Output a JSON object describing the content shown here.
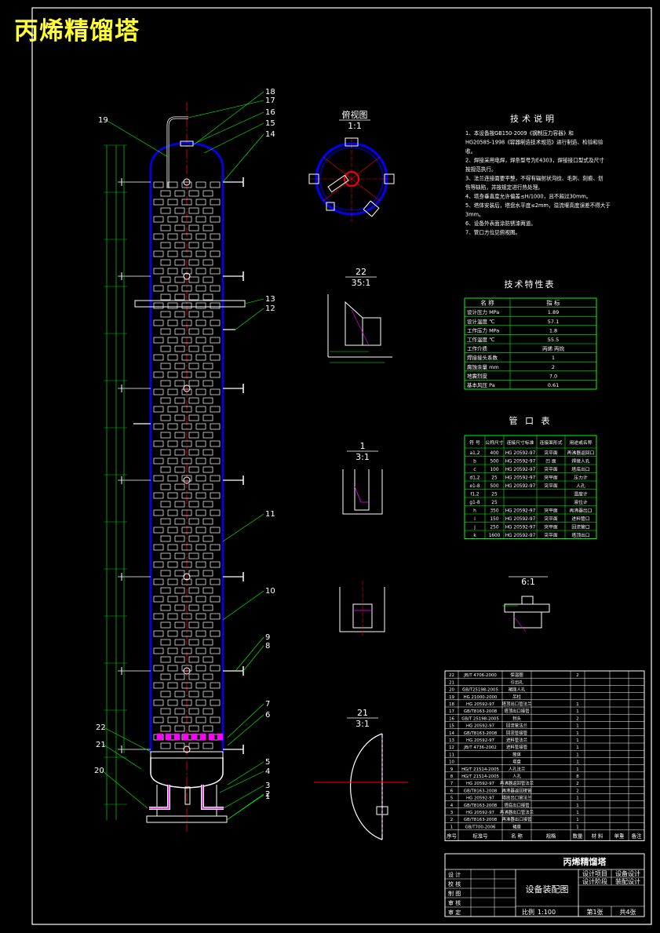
{
  "header": {
    "title": "丙烯精馏塔"
  },
  "colors": {
    "background": "#000000",
    "frame": "#ffffff",
    "tower": "#0000ff",
    "leader": "#00ff00",
    "centerline": "#ff0000",
    "nozzle": "#ff00ff",
    "title": "#ffff33"
  },
  "callouts": [
    "19",
    "18",
    "17",
    "16",
    "15",
    "14",
    "13",
    "12",
    "11",
    "10",
    "9",
    "8",
    "7",
    "6",
    "5",
    "4",
    "3",
    "2",
    "1",
    "22",
    "21",
    "20"
  ],
  "section_views": {
    "top_view": {
      "title": "俯视图",
      "scale": "1:1"
    },
    "detail_22": {
      "title": "22",
      "scale": "35:1"
    },
    "detail_1": {
      "title": "1",
      "scale": "3:1"
    },
    "detail_6": {
      "title": "6:1"
    },
    "detail_21": {
      "title": "21",
      "scale": "3:1"
    }
  },
  "tech_notes": {
    "title": "技术说明",
    "lines": [
      "1、本设备按GB150-2009《钢制压力容器》和",
      "HG20585-1998《容器制造技术规范》进行制造、检验和验",
      "收。",
      "2、焊接采用电焊，焊条型号为E4303，焊接接口型式及尺寸",
      "按规范执行。",
      "3、法兰连接面要平整，不得有辐射状沟纹、毛刺、刻痕、划",
      "伤等缺陷，并按规定进行热处理。",
      "4、塔身垂直度允许偏差≤H/1000，且不超过30mm。",
      "5、塔体安装后，塔盘水平度≤2mm，溢流堰高度误差不得大于",
      "3mm。",
      "6、设备外表面涂防锈漆两道。",
      "7、管口方位见俯视图。"
    ]
  },
  "spec_table": {
    "title": "技术特性表",
    "headers": [
      "名 称",
      "指 标"
    ],
    "rows": [
      [
        "设计压力 MPa",
        "1.89"
      ],
      [
        "设计温度 ℃",
        "57.1"
      ],
      [
        "工作压力 MPa",
        "1.8"
      ],
      [
        "工作温度 ℃",
        "55.5"
      ],
      [
        "工作介质",
        "丙烯 丙烷"
      ],
      [
        "焊接接头系数",
        "1"
      ],
      [
        "腐蚀余量 mm",
        "2"
      ],
      [
        "地震烈度",
        "7.0"
      ],
      [
        "基本风压 Pa",
        "0.61"
      ]
    ]
  },
  "nozzle_table": {
    "title": "管 口 表",
    "headers": [
      "符 号",
      "公称尺寸",
      "连接尺寸标准",
      "连接面形式",
      "用途或名称"
    ],
    "rows": [
      [
        "a1,2",
        "400",
        "HG 20592-97",
        "突平面",
        "再沸器返回口"
      ],
      [
        "b",
        "500",
        "HG 20592-97",
        "凹 面",
        "焊接人孔"
      ],
      [
        "c",
        "100",
        "HG 20592-97",
        "突平面",
        "塔底出口"
      ],
      [
        "d1,2",
        "25",
        "HG 20592-97",
        "突平面",
        "压力计"
      ],
      [
        "e1-8",
        "500",
        "HG 20592-97",
        "突平面",
        "人孔"
      ],
      [
        "f1,2",
        "25",
        "",
        "",
        "温度计"
      ],
      [
        "g1-8",
        "25",
        "",
        "",
        "液位计"
      ],
      [
        "h",
        "350",
        "HG 20592-97",
        "突平面",
        "再沸器出口"
      ],
      [
        "i",
        "150",
        "HG 20592-97",
        "突平面",
        "进料管口"
      ],
      [
        "j",
        "250",
        "HG 20592-97",
        "突平面",
        "回流管口"
      ],
      [
        "k",
        "1600",
        "HG 20592-97",
        "突平面",
        "塔顶出口"
      ]
    ]
  },
  "parts_list": {
    "rows": [
      [
        "22",
        "JB/T 4706-2000",
        "保温圈",
        "",
        "2",
        "",
        "",
        ""
      ],
      [
        "21",
        "",
        "引出孔",
        "",
        "",
        "",
        "",
        ""
      ],
      [
        "20",
        "GB/T25198-2005",
        "裙座人孔",
        "",
        "",
        "",
        "",
        ""
      ],
      [
        "19",
        "HG 21000-2000",
        "吊柱",
        "",
        "",
        "",
        "",
        ""
      ],
      [
        "18",
        "HG 20592-97",
        "塔顶出口管法兰",
        "",
        "1",
        "",
        "",
        ""
      ],
      [
        "17",
        "GB/T8163-2008",
        "塔顶出口接管",
        "",
        "1",
        "",
        "",
        ""
      ],
      [
        "16",
        "GB/T 25198-2005",
        "封头",
        "",
        "2",
        "",
        "",
        ""
      ],
      [
        "15",
        "HG 20592-97",
        "回流管法兰",
        "",
        "1",
        "",
        "",
        ""
      ],
      [
        "14",
        "GB/T8163-2008",
        "回流管接管",
        "",
        "1",
        "",
        "",
        ""
      ],
      [
        "13",
        "HG 20592-97",
        "进料管法兰",
        "",
        "1",
        "",
        "",
        ""
      ],
      [
        "12",
        "JB/T 4736-2002",
        "进料管接管",
        "",
        "1",
        "",
        "",
        ""
      ],
      [
        "11",
        "",
        "筒体",
        "",
        "1",
        "",
        "",
        ""
      ],
      [
        "10",
        "",
        "塔盘",
        "",
        "1",
        "",
        "",
        ""
      ],
      [
        "9",
        "HG/T 21514-2005",
        "人孔法兰",
        "",
        "1",
        "",
        "",
        ""
      ],
      [
        "8",
        "HG/T 21514-2005",
        "人孔",
        "",
        "8",
        "",
        "",
        ""
      ],
      [
        "7",
        "HG 20592-97",
        "再沸器返回管法兰",
        "",
        "2",
        "",
        "",
        ""
      ],
      [
        "6",
        "GB/T8163-2008",
        "再沸器返回接管",
        "",
        "2",
        "",
        "",
        ""
      ],
      [
        "5",
        "HG 20592-97",
        "塔底出口管法兰",
        "",
        "1",
        "",
        "",
        ""
      ],
      [
        "4",
        "GB/T8163-2008",
        "塔底出口接管",
        "",
        "1",
        "",
        "",
        ""
      ],
      [
        "3",
        "HG 20592-97",
        "再沸器出口管法兰",
        "",
        "1",
        "",
        "",
        ""
      ],
      [
        "2",
        "GB/T8163-2008",
        "再沸器出口接管",
        "",
        "1",
        "",
        "",
        ""
      ],
      [
        "1",
        "GB/T700-2006",
        "裙座",
        "",
        "1",
        "",
        "",
        ""
      ]
    ],
    "headers": [
      "序号",
      "标准号",
      "名 称",
      "规格",
      "数量",
      "材 料",
      "单重",
      "备注"
    ]
  },
  "title_block": {
    "drawing_name": "丙烯精馏塔",
    "drawing_type": "设备装配图",
    "project_label": "设计项目",
    "project_value": "设备设计",
    "stage_label": "设计阶段",
    "stage_value": "装配设计",
    "roles": [
      "设 计",
      "校 核",
      "制 图",
      "审 核",
      "审 定"
    ],
    "scale_label": "比例",
    "scale_value": "1:100",
    "sheet": "第1张",
    "sheets_total": "共4张"
  }
}
